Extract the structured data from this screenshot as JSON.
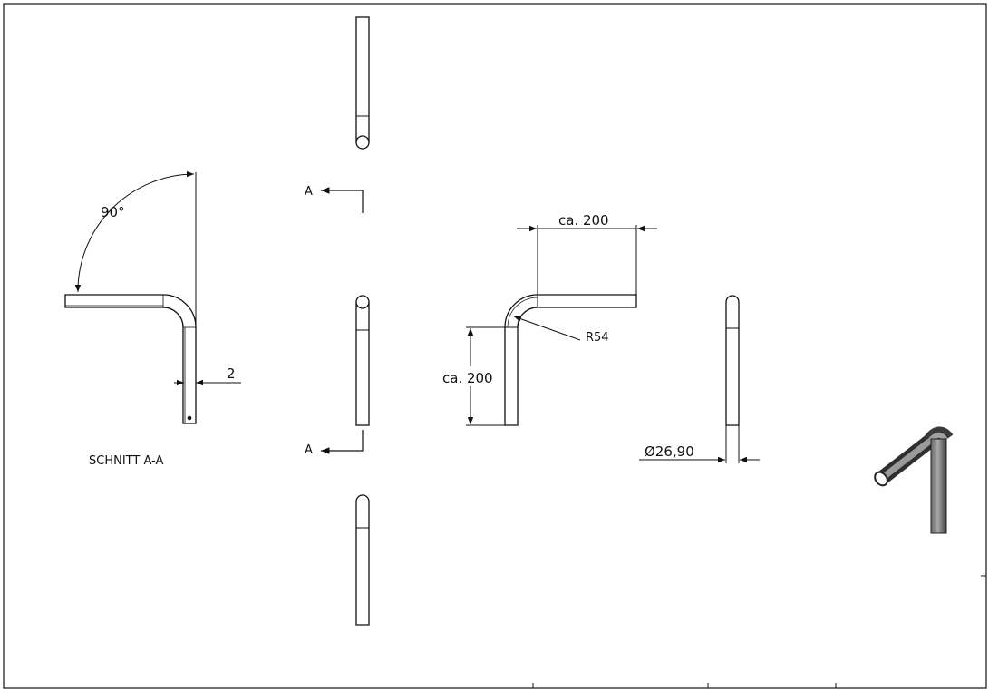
{
  "section_view": {
    "angle_label": "90°",
    "wall_thickness_label": "2",
    "caption": "SCHNITT A-A"
  },
  "cut_marks": {
    "top_letter": "A",
    "bottom_letter": "A"
  },
  "front_view": {
    "width_label": "ca. 200",
    "height_label": "ca. 200",
    "radius_label": "R54"
  },
  "side_view": {
    "diameter_label": "Ø26,90"
  },
  "colors": {
    "line": "#111111",
    "iso_tube_dark": "#4a4a4a",
    "iso_tube_light": "#9a9a9a"
  }
}
